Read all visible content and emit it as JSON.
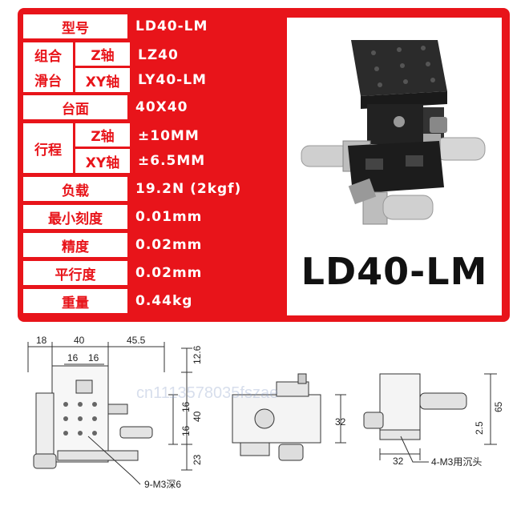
{
  "spec_table": {
    "model": {
      "label": "型号",
      "value": "LD40-LM"
    },
    "combo": {
      "group_label_top": "组合",
      "group_label_bottom": "滑台",
      "z_label": "Z轴",
      "z_value": "LZ40",
      "xy_label": "XY轴",
      "xy_value": "LY40-LM"
    },
    "table_face": {
      "label": "台面",
      "value": "40X40"
    },
    "travel": {
      "group_label": "行程",
      "z_label": "Z轴",
      "z_value": "±10MM",
      "xy_label": "XY轴",
      "xy_value": "±6.5MM"
    },
    "load": {
      "label": "负载",
      "value": "19.2N (2kgf)"
    },
    "min_scale": {
      "label": "最小刻度",
      "value": "0.01mm"
    },
    "precision": {
      "label": "精度",
      "value": "0.02mm"
    },
    "parallelism": {
      "label": "平行度",
      "value": "0.02mm"
    },
    "weight": {
      "label": "重量",
      "value": "0.44kg"
    }
  },
  "product_model_label": "LD40-LM",
  "drawing": {
    "dims_top": [
      "18",
      "40",
      "45.5"
    ],
    "dims_inner": [
      "16",
      "16"
    ],
    "dims_right": [
      "12.6",
      "16",
      "16",
      "40",
      "23"
    ],
    "side_dim": "32",
    "right_dims": [
      "65",
      "2.5",
      "32"
    ],
    "callout_left": "9-M3深6",
    "callout_right": "4-M3用沉头"
  },
  "watermark": "cn1113578035fszae",
  "colors": {
    "accent": "#e8141a",
    "label_bg": "#ffffff"
  }
}
